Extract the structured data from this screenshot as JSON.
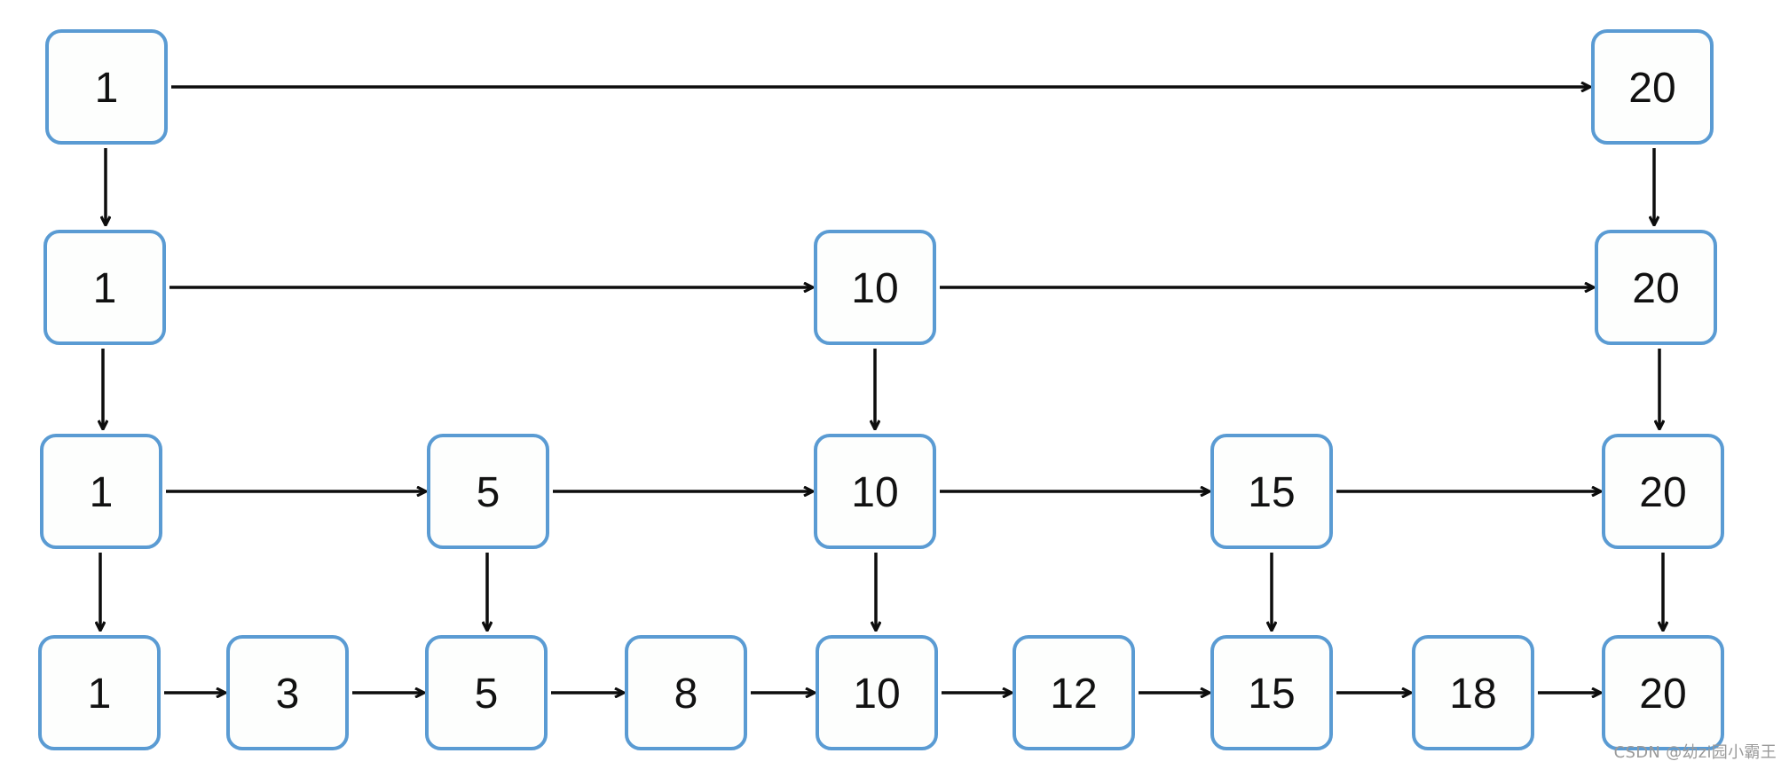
{
  "skip_list": {
    "levels": [
      {
        "nodes": [
          "1",
          "20"
        ]
      },
      {
        "nodes": [
          "1",
          "10",
          "20"
        ]
      },
      {
        "nodes": [
          "1",
          "5",
          "10",
          "15",
          "20"
        ]
      },
      {
        "nodes": [
          "1",
          "3",
          "5",
          "8",
          "10",
          "12",
          "15",
          "18",
          "20"
        ]
      }
    ]
  },
  "watermark": "CSDN @幼zi园小霸王",
  "colors": {
    "node_border": "#5a9bd3",
    "node_fill": "#fdfefd",
    "arrow": "#0d0d0d",
    "text": "#111111",
    "watermark": "#9a9a9a"
  }
}
